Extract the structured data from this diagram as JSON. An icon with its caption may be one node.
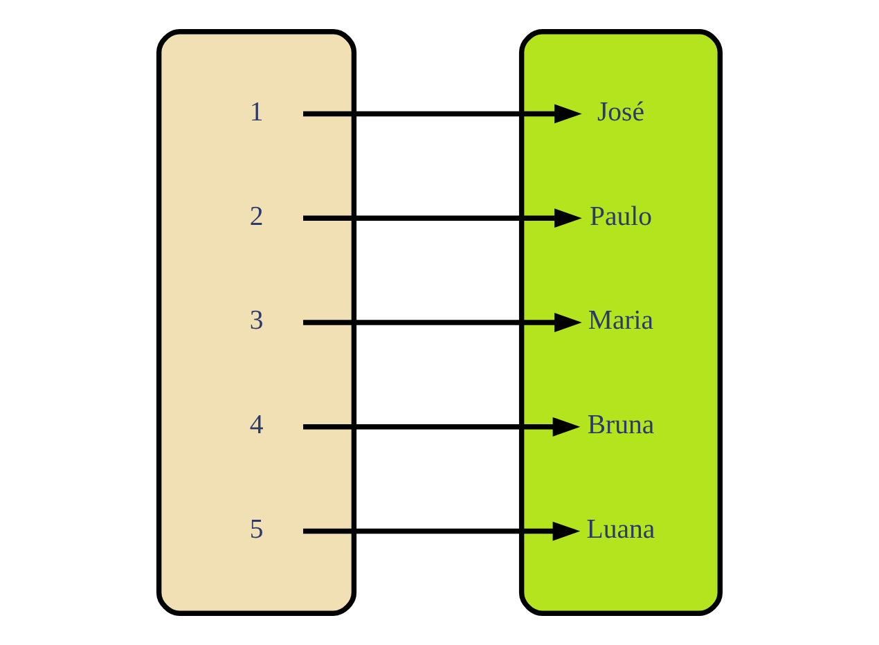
{
  "diagram": {
    "nodes": [
      {
        "text": [],
        "shape": "ellipse"
      },
      {
        "text": [
          "1"
        ],
        "in": 0
      },
      {
        "text": [
          "2"
        ],
        "in": 0
      },
      {
        "text": [
          "3"
        ],
        "in": 0
      },
      {
        "text": [
          "4"
        ],
        "in": 0
      },
      {
        "text": [
          "5"
        ],
        "in": 0
      },
      {
        "text": [],
        "shape": "ellipse"
      },
      {
        "text": [
          "José"
        ],
        "in": 6
      },
      {
        "text": [
          "Paulo"
        ],
        "in": 6
      },
      {
        "text": [
          "Maria"
        ],
        "in": 6
      },
      {
        "text": [
          "Bruna"
        ],
        "in": 6
      },
      {
        "text": [
          "Luana"
        ],
        "in": 6
      }
    ],
    "edges": [
      {
        "from": 1,
        "to": 7,
        "arrow": "to"
      },
      {
        "from": 2,
        "to": 8,
        "arrow": "to"
      },
      {
        "from": 3,
        "to": 9,
        "arrow": "to"
      },
      {
        "from": 4,
        "to": 10,
        "arrow": "to"
      },
      {
        "from": 5,
        "to": 11,
        "arrow": "to"
      }
    ]
  }
}
